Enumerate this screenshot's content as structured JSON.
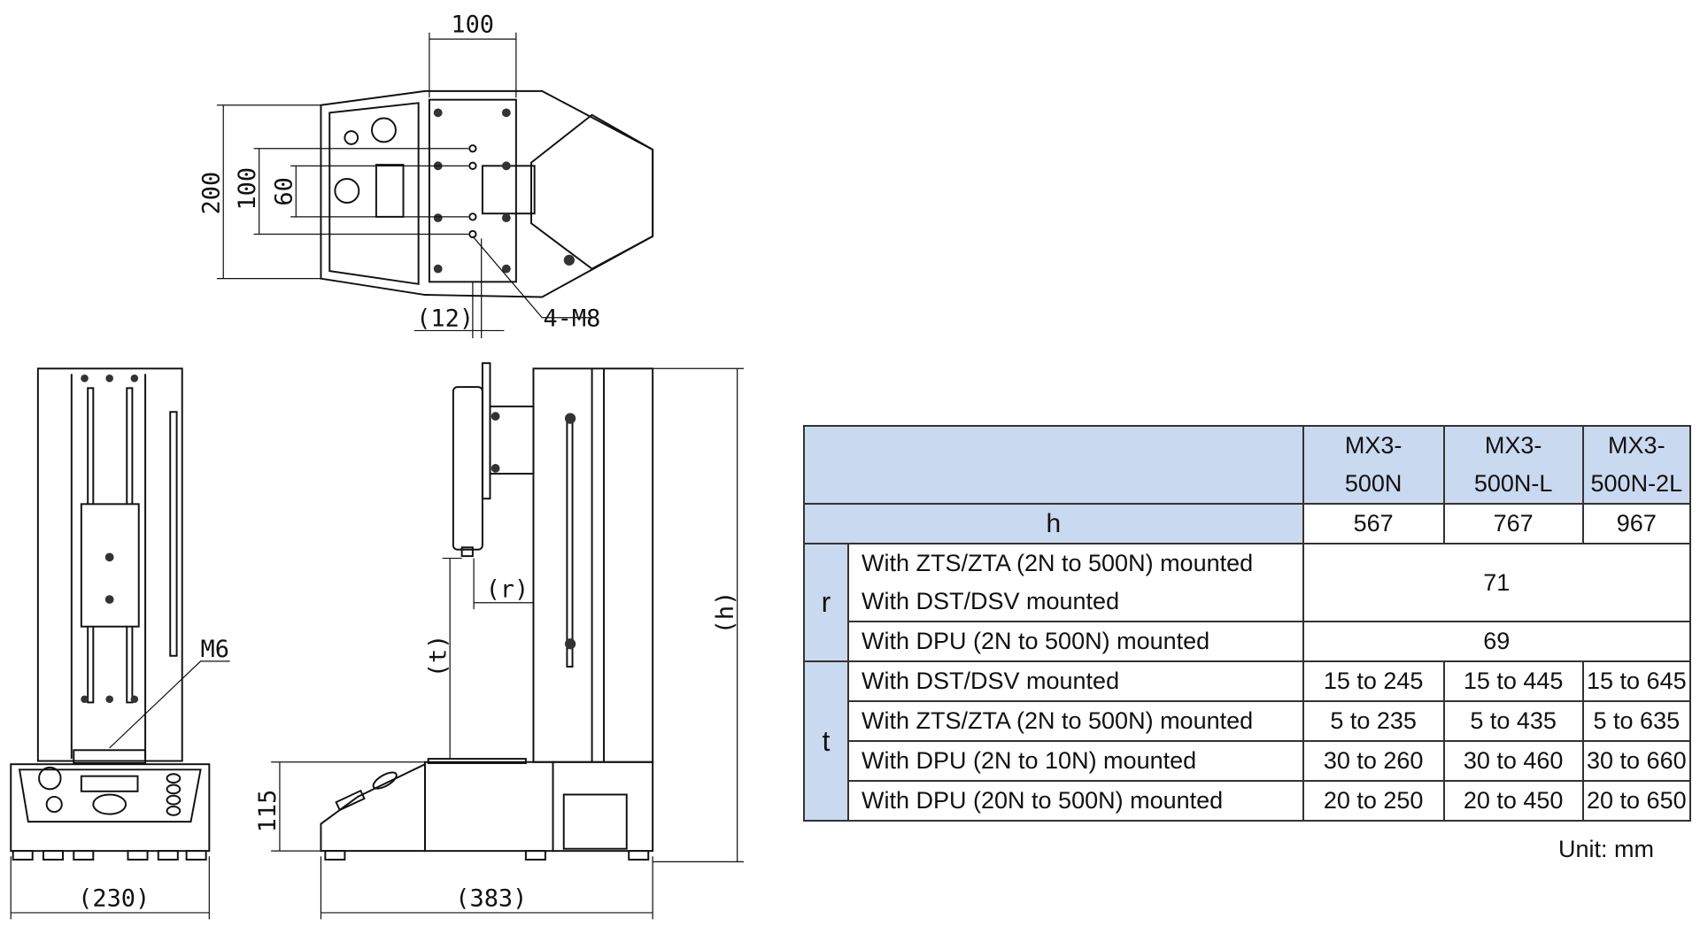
{
  "drawing": {
    "top_view": {
      "dim_width": "100",
      "dim_depth": "200",
      "dim_holes_outer": "100",
      "dim_holes_inner": "60",
      "dim_offset": "(12)",
      "holes_label": "4-M8"
    },
    "front_view": {
      "thread_label": "M6",
      "dim_width": "(230)"
    },
    "side_view": {
      "dim_base_height": "115",
      "dim_length": "(383)",
      "dim_height": "(h)",
      "dim_travel": "(t)",
      "dim_reach": "(r)"
    }
  },
  "table": {
    "models": [
      "MX3-\n500N",
      "MX3-\n500N-L",
      "MX3-\n500N-2L"
    ],
    "models_line1": [
      "MX3-",
      "MX3-",
      "MX3-"
    ],
    "models_line2": [
      "500N",
      "500N-L",
      "500N-2L"
    ],
    "h": {
      "label": "h",
      "values": [
        "567",
        "767",
        "967"
      ]
    },
    "r": {
      "label": "r",
      "rows": [
        {
          "label1": "With ZTS/ZTA (2N to 500N) mounted",
          "label2": "With DST/DSV mounted",
          "value": "71"
        },
        {
          "label": "With DPU (2N to 500N) mounted",
          "value": "69"
        }
      ]
    },
    "t": {
      "label": "t",
      "rows": [
        {
          "label": "With DST/DSV mounted",
          "values": [
            "15 to 245",
            "15 to 445",
            "15 to 645"
          ]
        },
        {
          "label": "With ZTS/ZTA (2N to 500N) mounted",
          "values": [
            "5 to 235",
            "5 to 435",
            "5 to 635"
          ]
        },
        {
          "label": "With DPU (2N to 10N) mounted",
          "values": [
            "30 to 260",
            "30 to 460",
            "30 to 660"
          ]
        },
        {
          "label": "With DPU (20N to 500N) mounted",
          "values": [
            "20 to 250",
            "20 to 450",
            "20 to 650"
          ]
        }
      ]
    },
    "unit": "Unit: mm"
  },
  "colors": {
    "header_bg": "#c9d9ef",
    "line": "#111111"
  }
}
